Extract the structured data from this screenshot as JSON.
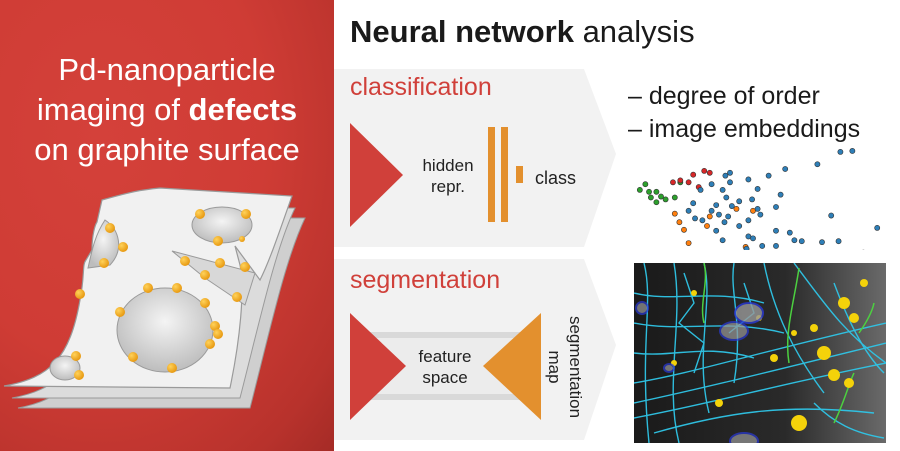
{
  "left": {
    "line1": "Pd-nanoparticle",
    "line2_prefix": "imaging of ",
    "line2_bold": "defects",
    "line3": "on graphite surface"
  },
  "header": {
    "title_bold": "Neural network",
    "title_rest": " analysis"
  },
  "classification": {
    "label": "classification",
    "hidden_1": "hidden",
    "hidden_2": "repr.",
    "class_label": "class"
  },
  "segmentation": {
    "label": "segmentation",
    "feature_1": "feature",
    "feature_2": "space",
    "map_1": "segmentation",
    "map_2": "map"
  },
  "outputs": {
    "bullet_1": "– degree of order",
    "bullet_2": "– image embeddings"
  },
  "colors": {
    "red": "#d0403a",
    "orange": "#e3902e",
    "panel": "#f2f2f2",
    "scatter_blue": "#2e7fb8",
    "scatter_green": "#2ca02c",
    "scatter_red": "#d62728",
    "scatter_orange": "#ff7f0e"
  }
}
